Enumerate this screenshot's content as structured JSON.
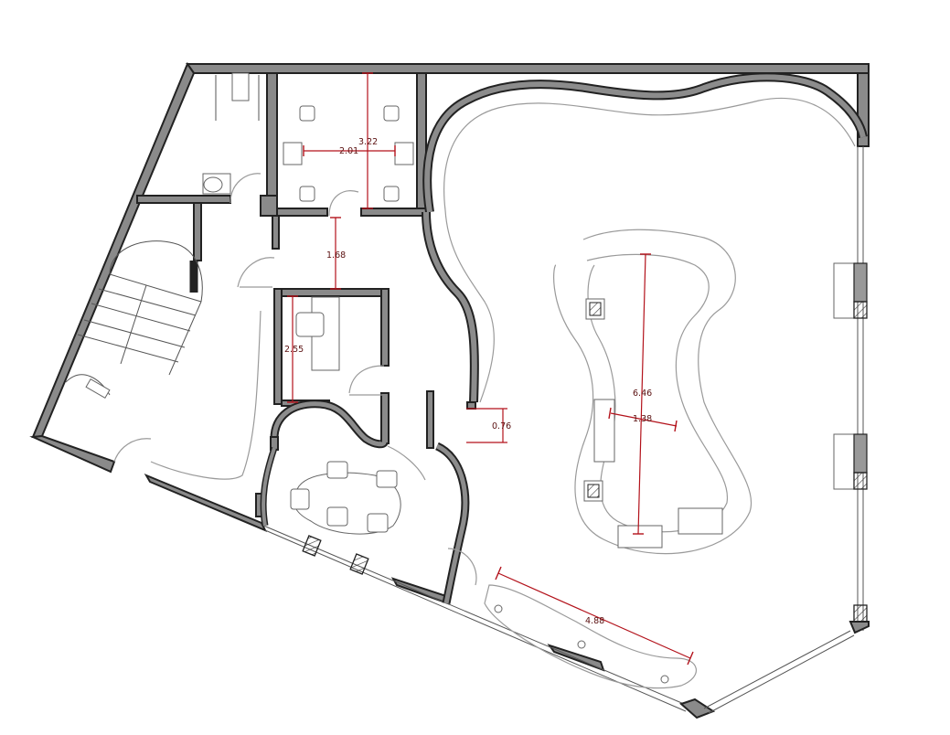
{
  "dimensions": {
    "d1": "3.22",
    "d2": "2.01",
    "d3": "1.68",
    "d4": "2.55",
    "d5": "0.76",
    "d6": "6.46",
    "d7": "1.38",
    "d8": "4.88"
  },
  "colors": {
    "wall": "#8a8a8a",
    "outline": "#222222",
    "dimension": "#b3121b",
    "furniture": "#666666"
  }
}
